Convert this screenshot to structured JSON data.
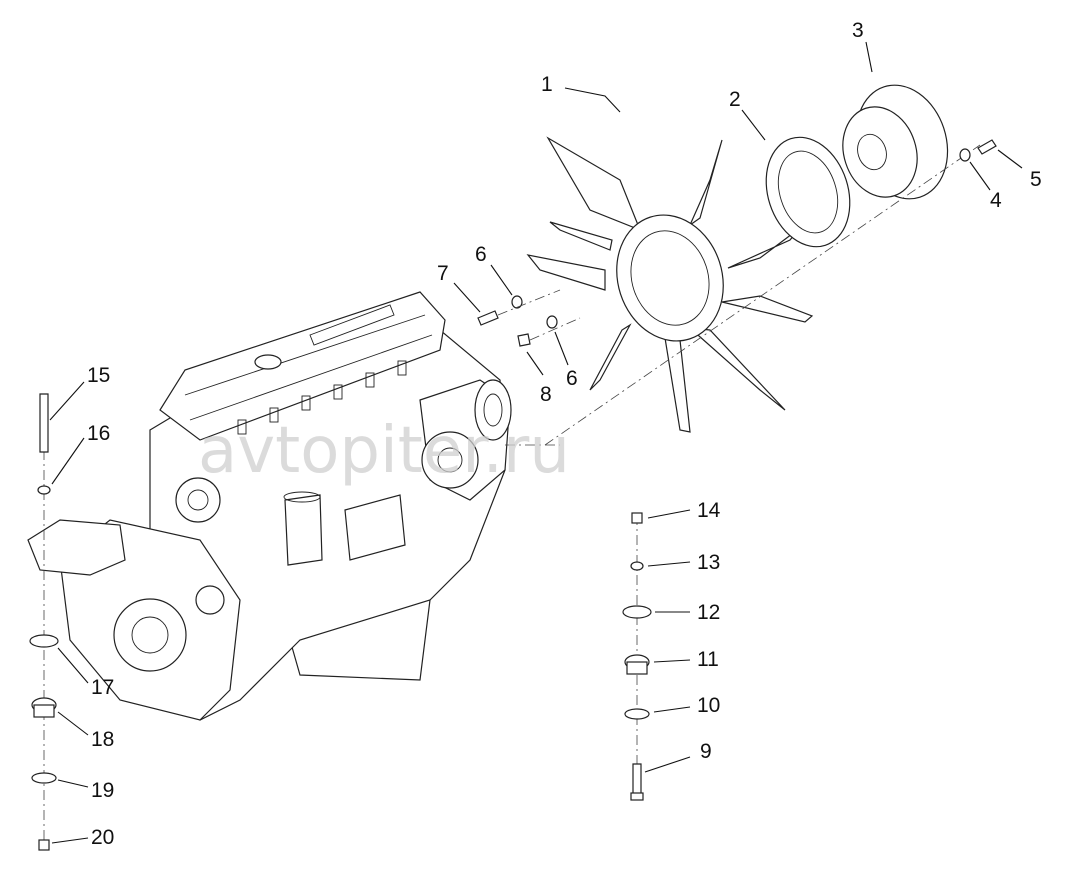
{
  "watermark": "avtopiter.ru",
  "callouts": {
    "c1": "1",
    "c2": "2",
    "c3": "3",
    "c4": "4",
    "c5": "5",
    "c6a": "6",
    "c6b": "6",
    "c7": "7",
    "c8": "8",
    "c9": "9",
    "c10": "10",
    "c11": "11",
    "c12": "12",
    "c13": "13",
    "c14": "14",
    "c15": "15",
    "c16": "16",
    "c17": "17",
    "c18": "18",
    "c19": "19",
    "c20": "20"
  }
}
